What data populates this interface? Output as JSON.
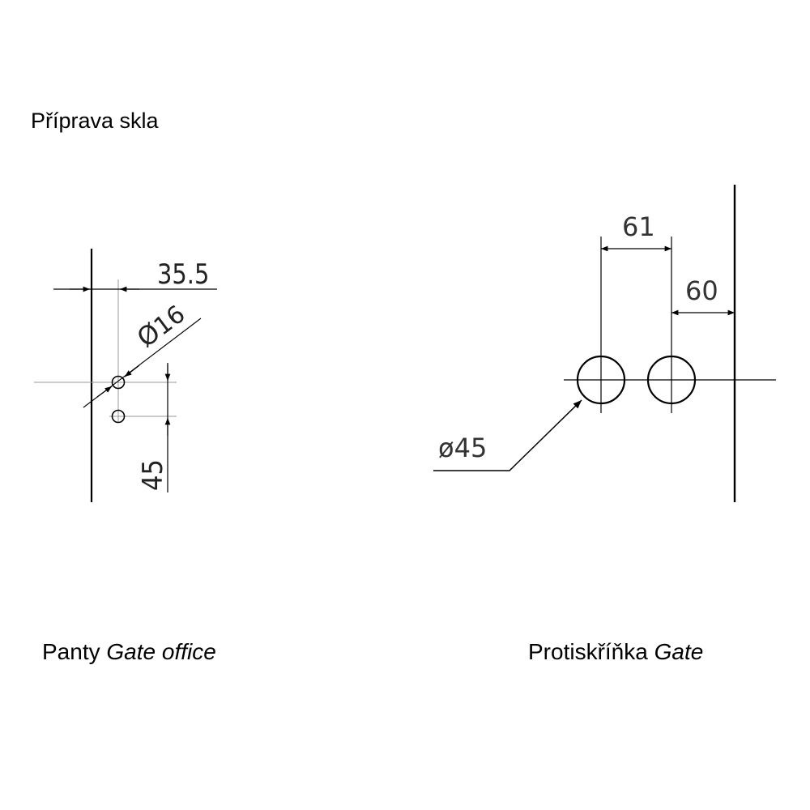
{
  "title": "Příprava skla",
  "left_drawing": {
    "caption_plain": "Panty",
    "caption_italic": "Gate office",
    "dim_top": "35.5",
    "dim_diameter_symbol": "Ø",
    "dim_diameter_value": "16",
    "dim_vertical": "45"
  },
  "right_drawing": {
    "caption_plain": "Protiskříňka",
    "caption_italic": "Gate",
    "dim_spacing": "61",
    "dim_edge": "60",
    "dim_diameter": "ø45"
  }
}
